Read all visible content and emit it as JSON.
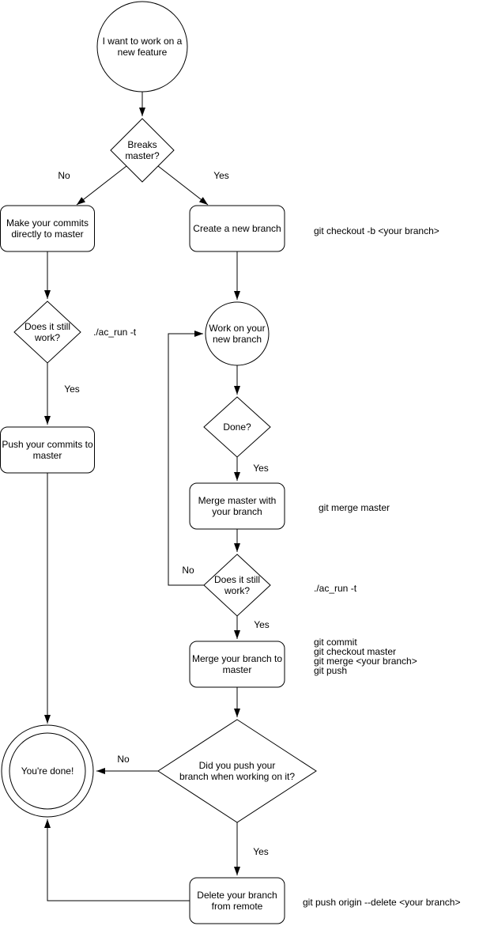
{
  "colors": {
    "stroke": "#000000",
    "shape_fill": "#ffffff",
    "text": "#000000",
    "background": "#ffffff"
  },
  "nodes": {
    "start": {
      "label": "I want to work on a\nnew feature",
      "shape": "circle"
    },
    "breaks_master": {
      "label": "Breaks\nmaster?",
      "shape": "diamond"
    },
    "make_commits": {
      "label": "Make your commits\ndirectly to master",
      "shape": "rounded-rect"
    },
    "create_branch": {
      "label": "Create a new branch",
      "shape": "rounded-rect"
    },
    "still_work_1": {
      "label": "Does it still\nwork?",
      "shape": "diamond"
    },
    "push_commits": {
      "label": "Push your commits to\nmaster",
      "shape": "rounded-rect"
    },
    "work_branch": {
      "label": "Work on your\nnew branch",
      "shape": "circle"
    },
    "done": {
      "label": "Done?",
      "shape": "diamond"
    },
    "merge_master": {
      "label": "Merge master with\nyour branch",
      "shape": "rounded-rect"
    },
    "still_work_2": {
      "label": "Does it still\nwork?",
      "shape": "diamond"
    },
    "merge_branch": {
      "label": "Merge your branch to\nmaster",
      "shape": "rounded-rect"
    },
    "did_push": {
      "label": "Did you push your\nbranch when working on it?",
      "shape": "diamond"
    },
    "youre_done": {
      "label": "You're done!",
      "shape": "double-circle"
    },
    "delete_branch": {
      "label": "Delete your branch\nfrom remote",
      "shape": "rounded-rect"
    }
  },
  "decision_labels": {
    "breaks_no": "No",
    "breaks_yes": "Yes",
    "still1_yes": "Yes",
    "done_yes": "Yes",
    "still2_no": "No",
    "still2_yes": "Yes",
    "did_push_no": "No",
    "did_push_yes": "Yes"
  },
  "annotations": {
    "checkout_cmd": "git checkout -b <your branch>",
    "ac_run_1": "./ac_run -t",
    "merge_master_cmd": "git merge master",
    "ac_run_2": "./ac_run -t",
    "merge_push_cmds": "git commit\ngit checkout master\ngit merge <your branch>\ngit push",
    "delete_cmd": "git push origin --delete <your branch>"
  }
}
